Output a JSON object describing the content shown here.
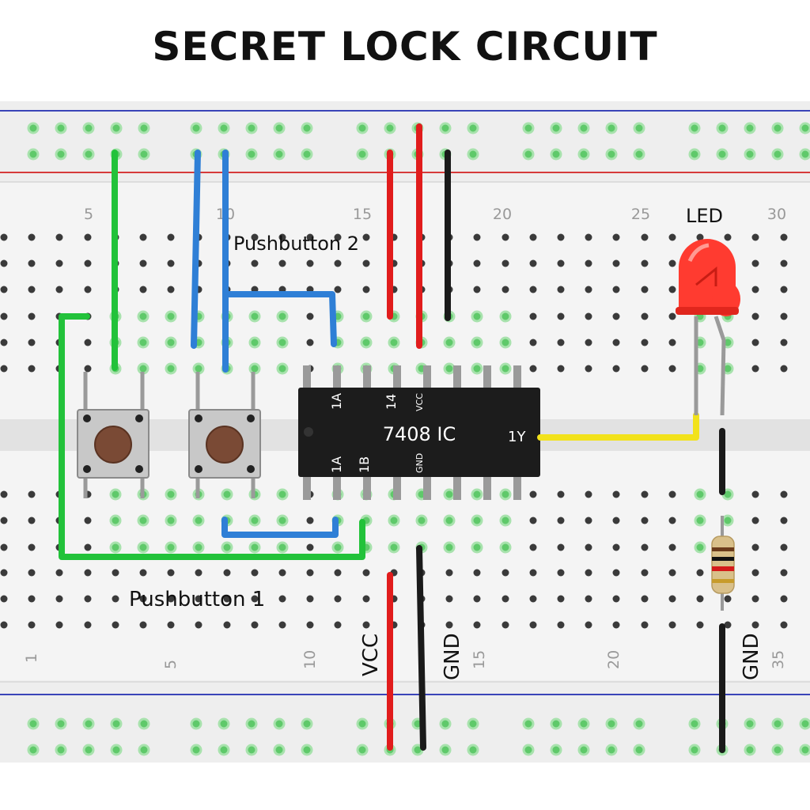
{
  "title": "SECRET LOCK CIRCUIT",
  "top_column_numbers": [
    "5",
    "10",
    "15",
    "20",
    "25",
    "30"
  ],
  "bottom_column_numbers": [
    "1",
    "5",
    "10",
    "15",
    "20",
    "35"
  ],
  "labels": {
    "pushbutton1": "Pushbutton 1",
    "pushbutton2": "Pushbutton 2",
    "led": "LED",
    "vcc": "VCC",
    "gnd_left": "GND",
    "gnd_right": "GND"
  },
  "ic": {
    "name": "7408 IC",
    "pin_top_1a": "1A",
    "pin_top_14": "14",
    "pin_top_vcc": "VCC",
    "pin_bottom_1a": "1A",
    "pin_bottom_1b": "1B",
    "pin_bottom_gnd": "GND",
    "output": "1Y"
  },
  "colors": {
    "wire_green": "#22c23a",
    "wire_blue": "#2f7fd6",
    "wire_red": "#e11c1c",
    "wire_black": "#1a1a1a",
    "wire_yellow": "#f2e21b",
    "rail_red": "#d63a3a",
    "rail_blue": "#3a44b8",
    "led": "#ff3b30",
    "ic_body": "#1c1c1c"
  }
}
